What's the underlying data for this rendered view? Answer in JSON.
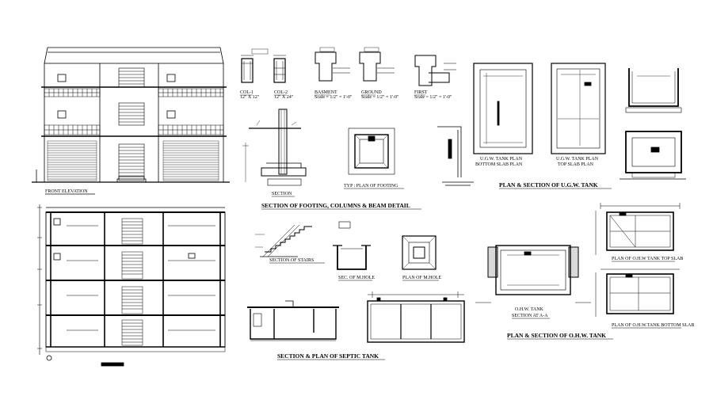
{
  "sheet": {
    "front_elevation": "FRONT  ELEVATION",
    "col_1": "COL-1",
    "col_1_size": "12\" X 12\"",
    "col_2": "COL-2",
    "col_2_size": "12\" X 24\"",
    "basement": "BASMENT",
    "basement_scale": "Scale = 1/2\" = 1'-0\"",
    "ground": "GROUND",
    "ground_scale": "Scale = 1/2\" = 1'-0\"",
    "first": "FIRST",
    "first_scale": "Scale = 1/2\" = 1'-0\"",
    "section": "SECTION",
    "plan_of_footing": "TYP : PLAN OF FOOTING",
    "footing_title": "SECTION OF FOOTING, COLUMNS & BEAM DETAIL",
    "ugw_bottom_1": "U.G.W. TANK PLAN",
    "ugw_bottom_2": "BOTTOM SLAB PLAN",
    "ugw_top_1": "U.G.W. TANK PLAN",
    "ugw_top_2": "TOP SLAB PLAN",
    "ugw_title": "PLAN & SECTION OF U.G.W. TANK",
    "stairs": "SECTION OF STAIRS",
    "mhole_sec": "SEC. OF M.HOLE",
    "mhole_plan": "PLAN OF M.HOLE",
    "septic_title": "SECTION & PLAN OF SEPTIC TANK",
    "ohw_tank": "O.H.W. TANK",
    "ohw_section": "SECTION AT A-A",
    "ohw_top": "PLAN OF O.H.W TANK TOP SLAB",
    "ohw_bottom": "PLAN OF O.H.W.TANK BOTTOM SLAB",
    "ohw_title": "PLAN & SECTION OF O.H.W. TANK"
  }
}
